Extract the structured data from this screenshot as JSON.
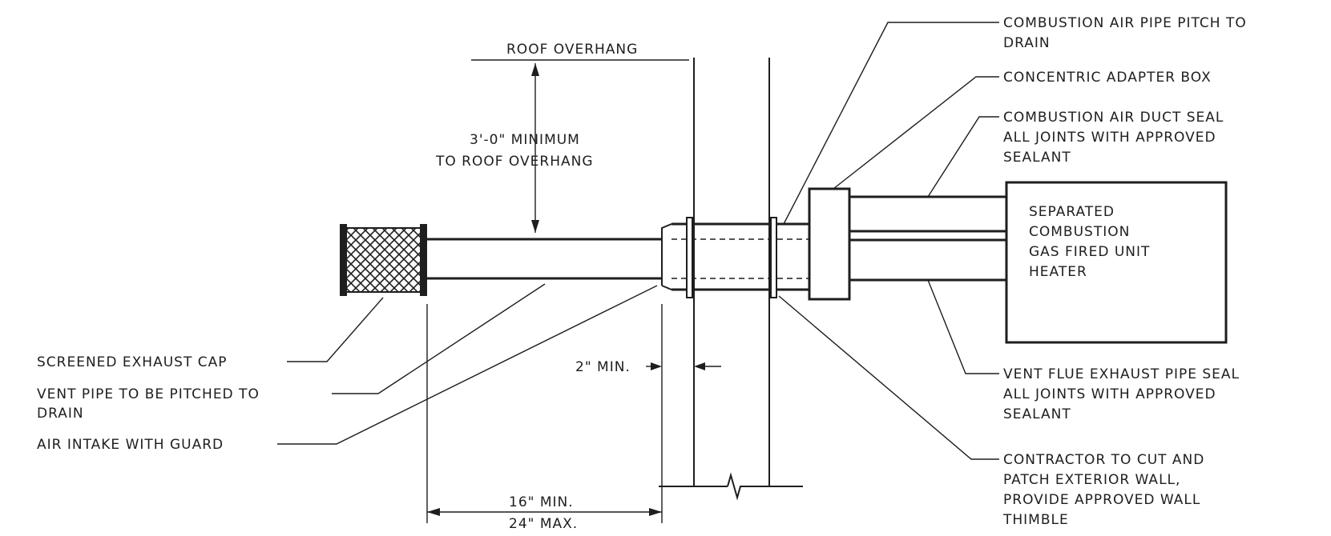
{
  "labels": {
    "roof_overhang": "ROOF OVERHANG",
    "minimum_line1": "3'-0\" MINIMUM",
    "minimum_line2": "TO ROOF OVERHANG",
    "heater_line1": "SEPARATED",
    "heater_line2": "COMBUSTION",
    "heater_line3": "GAS FIRED UNIT",
    "heater_line4": "HEATER",
    "screened_cap": "SCREENED EXHAUST CAP",
    "vent_pipe_line1": "VENT PIPE TO BE PITCHED TO",
    "vent_pipe_line2": "DRAIN",
    "air_intake": "AIR INTAKE WITH GUARD",
    "two_min": "2\" MIN.",
    "dist_line1": "16\" MIN.",
    "dist_line2": "24\" MAX.",
    "comb_pitch_line1": "COMBUSTION AIR PIPE PITCH TO",
    "comb_pitch_line2": "DRAIN",
    "adapter_box": "CONCENTRIC ADAPTER BOX",
    "duct_seal_line1": "COMBUSTION AIR DUCT SEAL",
    "duct_seal_line2": "ALL JOINTS WITH APPROVED",
    "duct_seal_line3": "SEALANT",
    "flue_seal_line1": "VENT FLUE EXHAUST PIPE SEAL",
    "flue_seal_line2": "ALL JOINTS WITH APPROVED",
    "flue_seal_line3": "SEALANT",
    "contractor_line1": "CONTRACTOR TO CUT AND",
    "contractor_line2": "PATCH EXTERIOR WALL,",
    "contractor_line3": "PROVIDE APPROVED WALL",
    "contractor_line4": "THIMBLE"
  }
}
